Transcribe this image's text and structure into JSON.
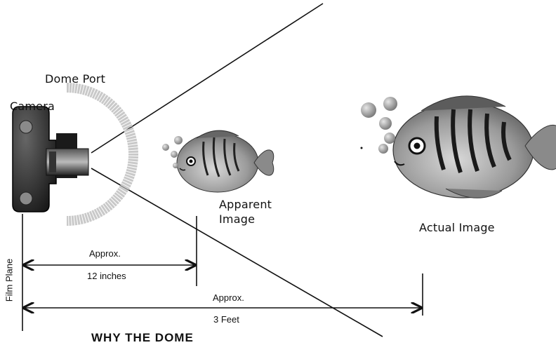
{
  "labels": {
    "camera": "Camera",
    "dome_port": "Dome Port",
    "apparent_image": [
      "Apparent",
      "Image"
    ],
    "actual_image": "Actual Image",
    "film_plane": "Film Plane",
    "near_distance": [
      "Approx.",
      "12 inches"
    ],
    "far_distance": [
      "Approx.",
      "3 Feet"
    ],
    "caption_partial": "WHY THE DOME"
  },
  "colors": {
    "ink": "#111111",
    "camera_body": "#2a2a2a",
    "dome": "#c8c8c8",
    "fish_body": "#8a8a8a",
    "bubble": "#9a9a9a"
  },
  "icons": [
    "camera-icon",
    "dome-port-icon",
    "fish-icon",
    "bubble-icon",
    "arrow-icon"
  ]
}
